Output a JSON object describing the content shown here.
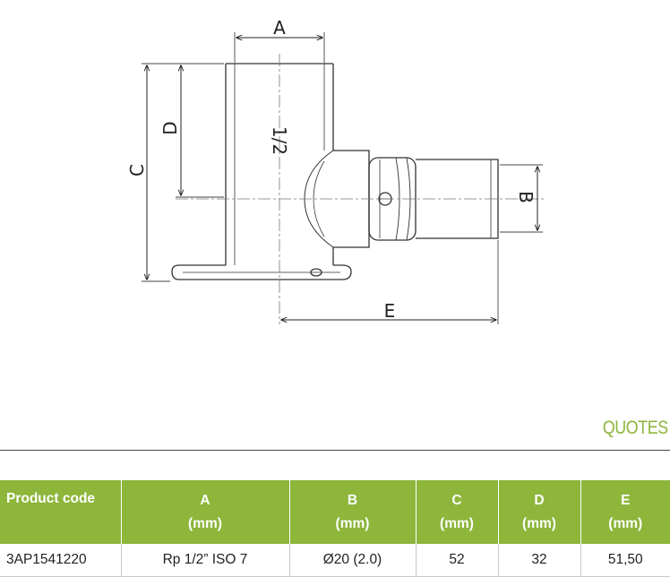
{
  "drawing": {
    "dimension_labels": {
      "a": "A",
      "b": "B",
      "c": "C",
      "d": "D",
      "e": "E"
    },
    "thread_label": "1/2"
  },
  "quotes": {
    "title": "QUOTES",
    "accent_color": "#8db63b",
    "header_color": "#8db63b",
    "table": {
      "headers": [
        {
          "label": "Product code",
          "unit": ""
        },
        {
          "label": "A",
          "unit": "(mm)"
        },
        {
          "label": "B",
          "unit": "(mm)"
        },
        {
          "label": "C",
          "unit": "(mm)"
        },
        {
          "label": "D",
          "unit": "(mm)"
        },
        {
          "label": "E",
          "unit": "(mm)"
        }
      ],
      "rows": [
        [
          "3AP1541220",
          "Rp 1/2” ISO 7",
          "Ø20 (2.0)",
          "52",
          "32",
          "51,50"
        ]
      ]
    }
  }
}
